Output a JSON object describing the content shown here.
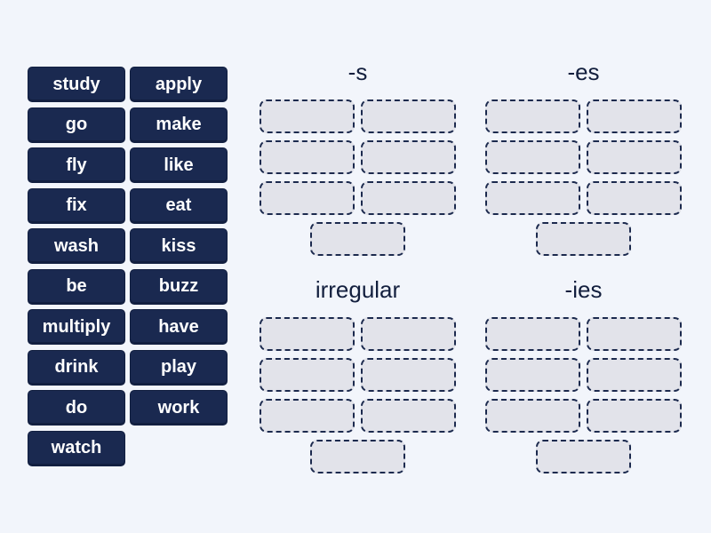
{
  "colors": {
    "background": "#f2f5fb",
    "tile_bg": "#1a2950",
    "tile_border": "#121f40",
    "tile_text": "#ffffff",
    "slot_bg": "#e2e3ea",
    "slot_border": "#1c2a4e",
    "title_text": "#131f3e"
  },
  "word_bank": {
    "words": [
      "study",
      "apply",
      "go",
      "make",
      "fly",
      "like",
      "fix",
      "eat",
      "wash",
      "kiss",
      "be",
      "buzz",
      "multiply",
      "have",
      "drink",
      "play",
      "do",
      "work",
      "watch"
    ]
  },
  "categories": [
    {
      "label": "-s",
      "grid_slots": 6,
      "extra_slots": 1
    },
    {
      "label": "-es",
      "grid_slots": 6,
      "extra_slots": 1
    },
    {
      "label": "irregular",
      "grid_slots": 6,
      "extra_slots": 1
    },
    {
      "label": "-ies",
      "grid_slots": 6,
      "extra_slots": 1
    }
  ]
}
